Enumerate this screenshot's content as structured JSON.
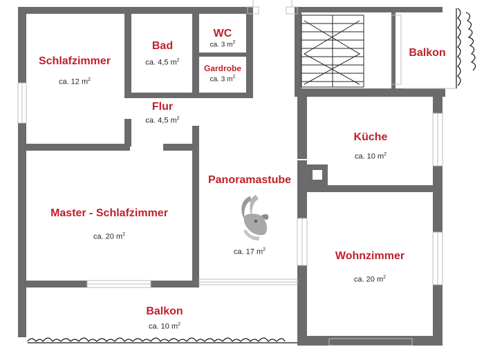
{
  "colors": {
    "wall": "#6b6b6b",
    "label": "#c0202b",
    "text": "#222222"
  },
  "rooms": {
    "schlafzimmer": {
      "name": "Schlafzimmer",
      "area": "ca.  12 m",
      "unit_sup": "2"
    },
    "bad": {
      "name": "Bad",
      "area": "ca. 4,5 m",
      "unit_sup": "2"
    },
    "wc": {
      "name": "WC",
      "area": "ca. 3 m",
      "unit_sup": "2"
    },
    "gardrobe": {
      "name": "Gardrobe",
      "area": "ca. 3 m",
      "unit_sup": "2"
    },
    "flur": {
      "name": "Flur",
      "area": "ca. 4,5 m",
      "unit_sup": "2"
    },
    "balkon_top": {
      "name": "Balkon"
    },
    "kueche": {
      "name": "Küche",
      "area": "ca.  10 m",
      "unit_sup": "2"
    },
    "panoramastube": {
      "name": "Panoramastube",
      "area": "ca.  17 m",
      "unit_sup": "2"
    },
    "master": {
      "name": "Master - Schlafzimmer",
      "area": "ca.  20 m",
      "unit_sup": "2"
    },
    "wohnzimmer": {
      "name": "Wohnzimmer",
      "area": "ca.  20 m",
      "unit_sup": "2"
    },
    "balkon_bottom": {
      "name": "Balkon",
      "area": "ca. 10 m",
      "unit_sup": "2"
    }
  },
  "icons": {
    "logo": "ibex-head-icon"
  }
}
